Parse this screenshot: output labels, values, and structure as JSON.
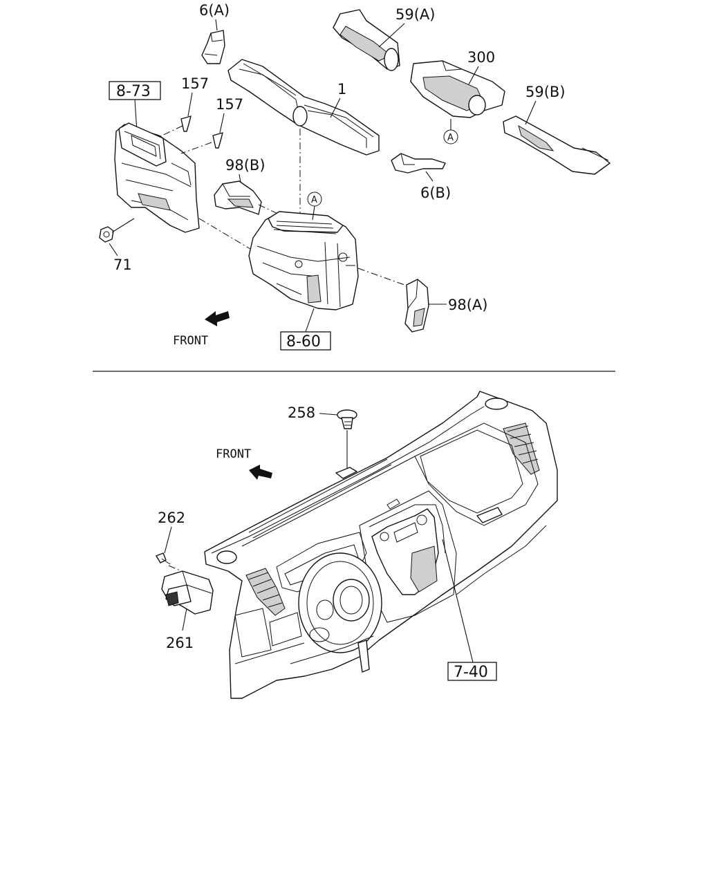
{
  "labels": {
    "p6a": "6(A)",
    "p59a": "59(A)",
    "p300": "300",
    "p59b": "59(B)",
    "p1": "1",
    "p157a": "157",
    "p157b": "157",
    "p98b": "98(B)",
    "p6b": "6(B)",
    "p71": "71",
    "p98a": "98(A)",
    "p258": "258",
    "p262": "262",
    "p261": "261"
  },
  "boxes": {
    "b873": "8-73",
    "b860": "8-60",
    "b740": "7-40"
  },
  "front": {
    "top": "FRONT",
    "bottom": "FRONT"
  },
  "circle_ref": {
    "a1": "A",
    "a2": "A"
  }
}
